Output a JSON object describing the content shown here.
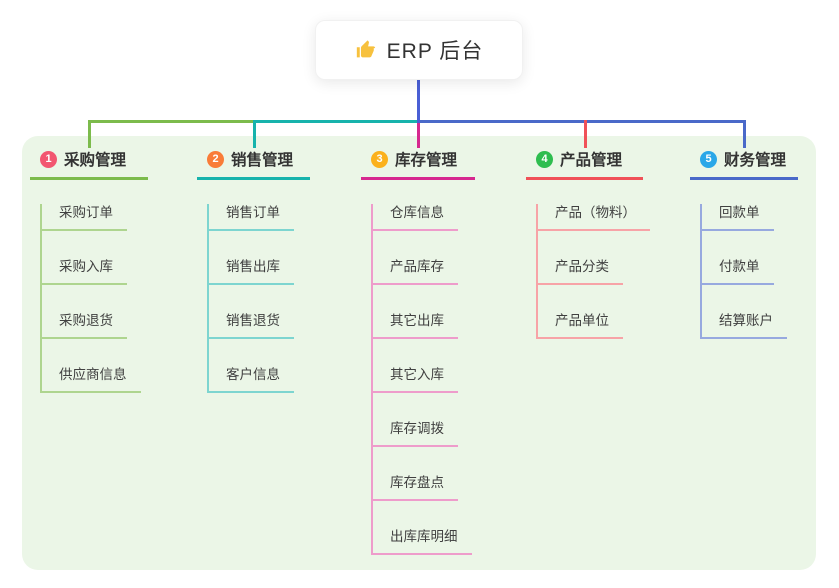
{
  "root": {
    "label": "ERP 后台",
    "icon": "thumbs-up-icon",
    "icon_color": "#F7C13E"
  },
  "canvas": {
    "page_background": "#ffffff",
    "panel_background": "#EBF6E7"
  },
  "connector": {
    "root_line_color": "#4A5FD5"
  },
  "branches": [
    {
      "index": "1",
      "label": "采购管理",
      "badge_color": "#F25670",
      "line_color": "#7CBB4C",
      "light_line_color": "#AED58F",
      "children": [
        "采购订单",
        "采购入库",
        "采购退货",
        "供应商信息"
      ]
    },
    {
      "index": "2",
      "label": "销售管理",
      "badge_color": "#F97C38",
      "line_color": "#17B3AC",
      "light_line_color": "#7DD5D0",
      "children": [
        "销售订单",
        "销售出库",
        "销售退货",
        "客户信息"
      ]
    },
    {
      "index": "3",
      "label": "库存管理",
      "badge_color": "#FBB11C",
      "line_color": "#D6288F",
      "light_line_color": "#EE9CCB",
      "children": [
        "仓库信息",
        "产品库存",
        "其它出库",
        "其它入库",
        "库存调拨",
        "库存盘点",
        "出库库明细"
      ]
    },
    {
      "index": "4",
      "label": "产品管理",
      "badge_color": "#2EBD4F",
      "line_color": "#F05158",
      "light_line_color": "#F7A3A7",
      "children": [
        "产品（物料）",
        "产品分类",
        "产品单位"
      ]
    },
    {
      "index": "5",
      "label": "财务管理",
      "badge_color": "#2AA7E8",
      "line_color": "#4A69C9",
      "light_line_color": "#97A9DF",
      "children": [
        "回款单",
        "付款单",
        "结算账户"
      ]
    }
  ]
}
